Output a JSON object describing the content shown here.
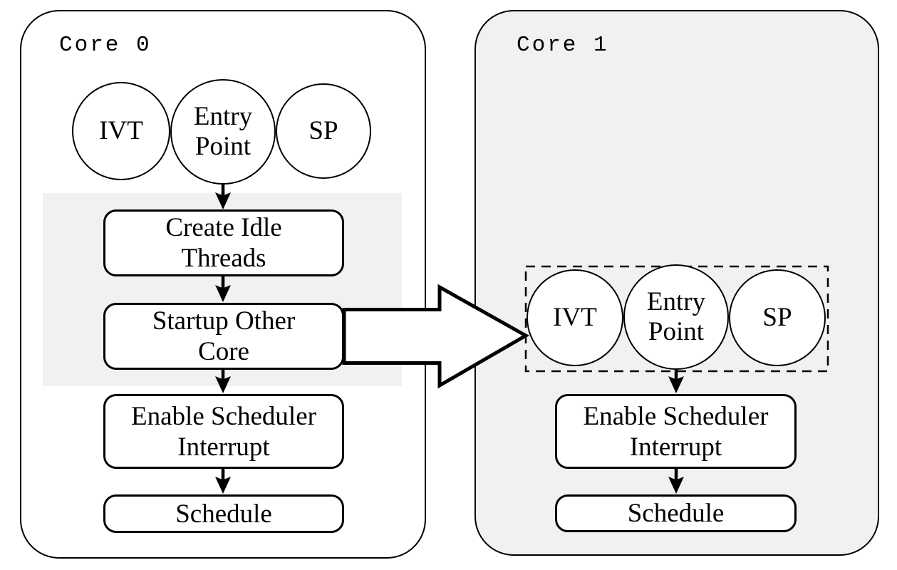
{
  "diagram": {
    "cores": [
      {
        "title": "Core 0",
        "registers": [
          "IVT",
          "Entry\nPoint",
          "SP"
        ],
        "steps": [
          "Create Idle\nThreads",
          "Startup Other\nCore",
          "Enable Scheduler\nInterrupt",
          "Schedule"
        ]
      },
      {
        "title": "Core 1",
        "registers": [
          "IVT",
          "Entry\nPoint",
          "SP"
        ],
        "steps": [
          "Enable Scheduler\nInterrupt",
          "Schedule"
        ]
      }
    ],
    "colors": {
      "background": "#ffffff",
      "core1_fill": "#f1f1f1",
      "highlight_band": "#f1f1f1",
      "node_fill": "#ffffff",
      "stroke": "#000000"
    }
  }
}
